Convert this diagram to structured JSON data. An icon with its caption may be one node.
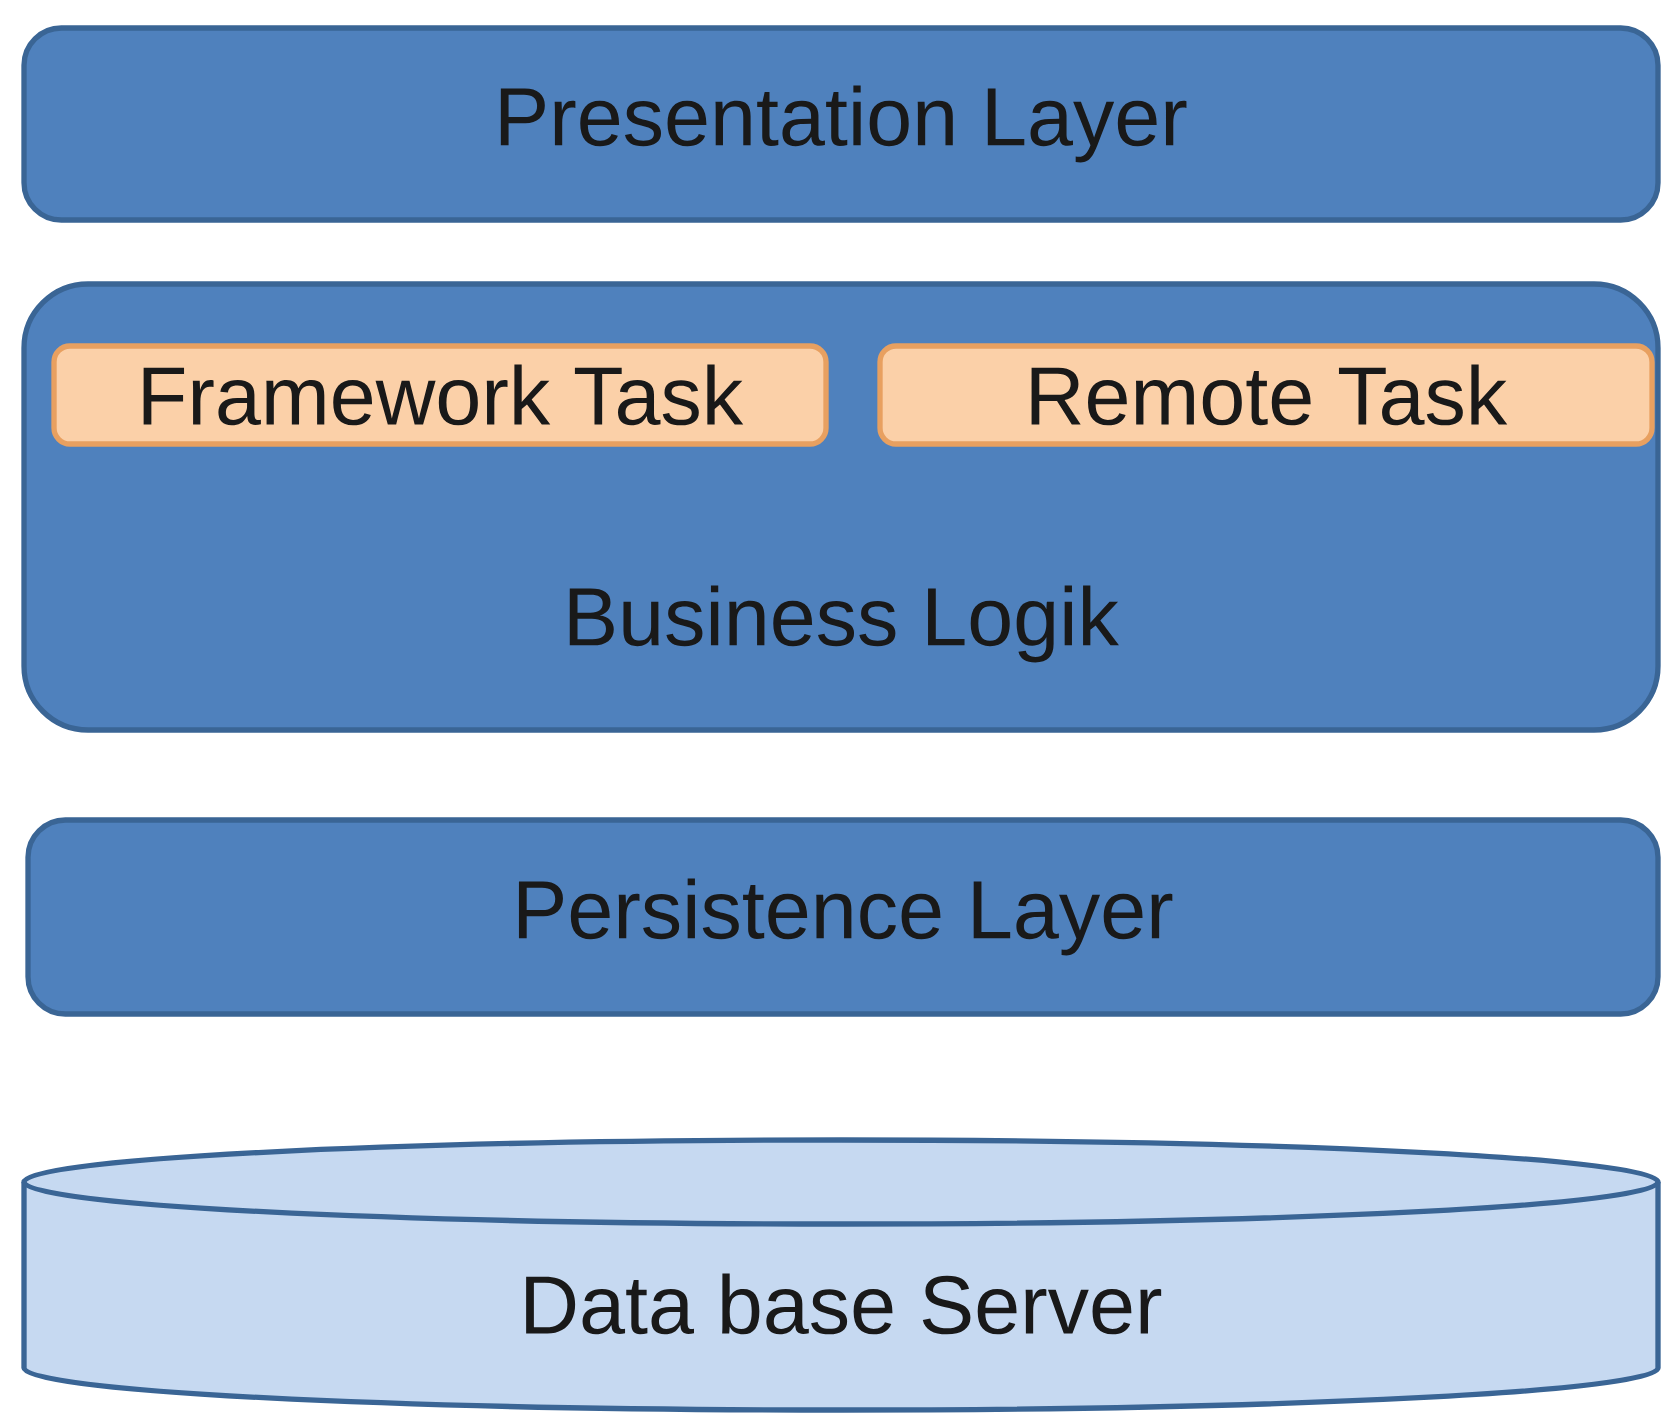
{
  "diagram": {
    "nodes": [
      {
        "text": [
          "Presentation Layer"
        ]
      },
      {
        "text": [
          "Business Logik"
        ]
      },
      {
        "text": [
          "Framework Task"
        ],
        "in": 1
      },
      {
        "text": [
          "Remote Task"
        ],
        "in": 1
      },
      {
        "text": [
          "Persistence Layer"
        ]
      },
      {
        "text": [
          "Data base Server"
        ]
      }
    ],
    "edges": []
  }
}
